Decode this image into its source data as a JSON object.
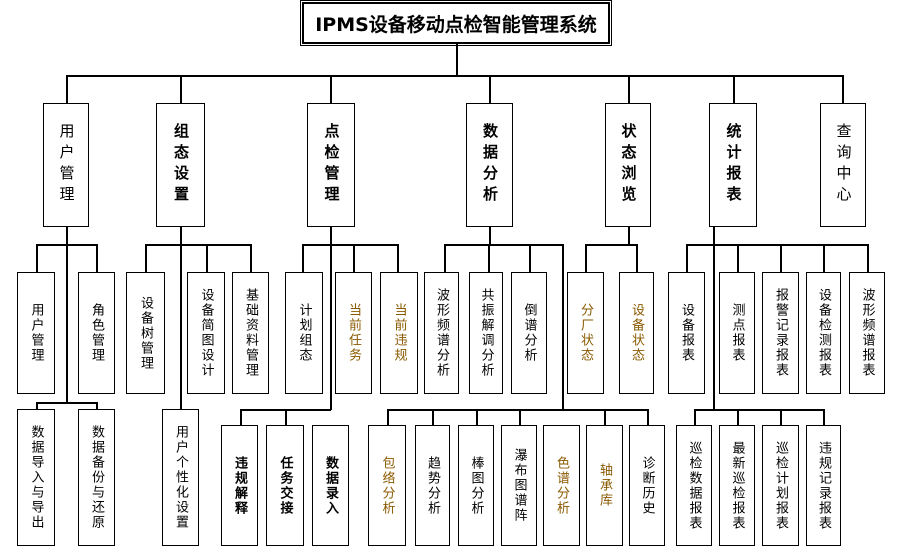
{
  "title": "IPMS设备移动点检智能管理系统",
  "level1": [
    "用户管理",
    "组态设置",
    "点检管理",
    "数据分析",
    "状态浏览",
    "统计报表",
    "查询中心"
  ],
  "level2": [
    "用户管理",
    "角色管理",
    "设备树管理",
    "设备简图设计",
    "基础资料管理",
    "计划组态",
    "当前任务",
    "当前违规",
    "波形频谱分析",
    "共振解调分析",
    "倒谱分析",
    "分厂状态",
    "设备状态",
    "设备报表",
    "测点报表",
    "报警记录报表",
    "设备检测报表",
    "波形频谱报表"
  ],
  "level3": [
    "数据导入与导出",
    "数据备份与还原",
    "用户个性化设置",
    "违规解释",
    "任务交接",
    "数据录入",
    "包络分析",
    "趋势分析",
    "棒图分析",
    "瀑布图谱阵",
    "色谱分析",
    "轴承库",
    "诊断历史",
    "巡检数据报表",
    "最新巡检报表",
    "巡检计划报表",
    "违规记录报表"
  ],
  "colors": {
    "line": "#000000",
    "highlight_text": "#8a5a00"
  }
}
